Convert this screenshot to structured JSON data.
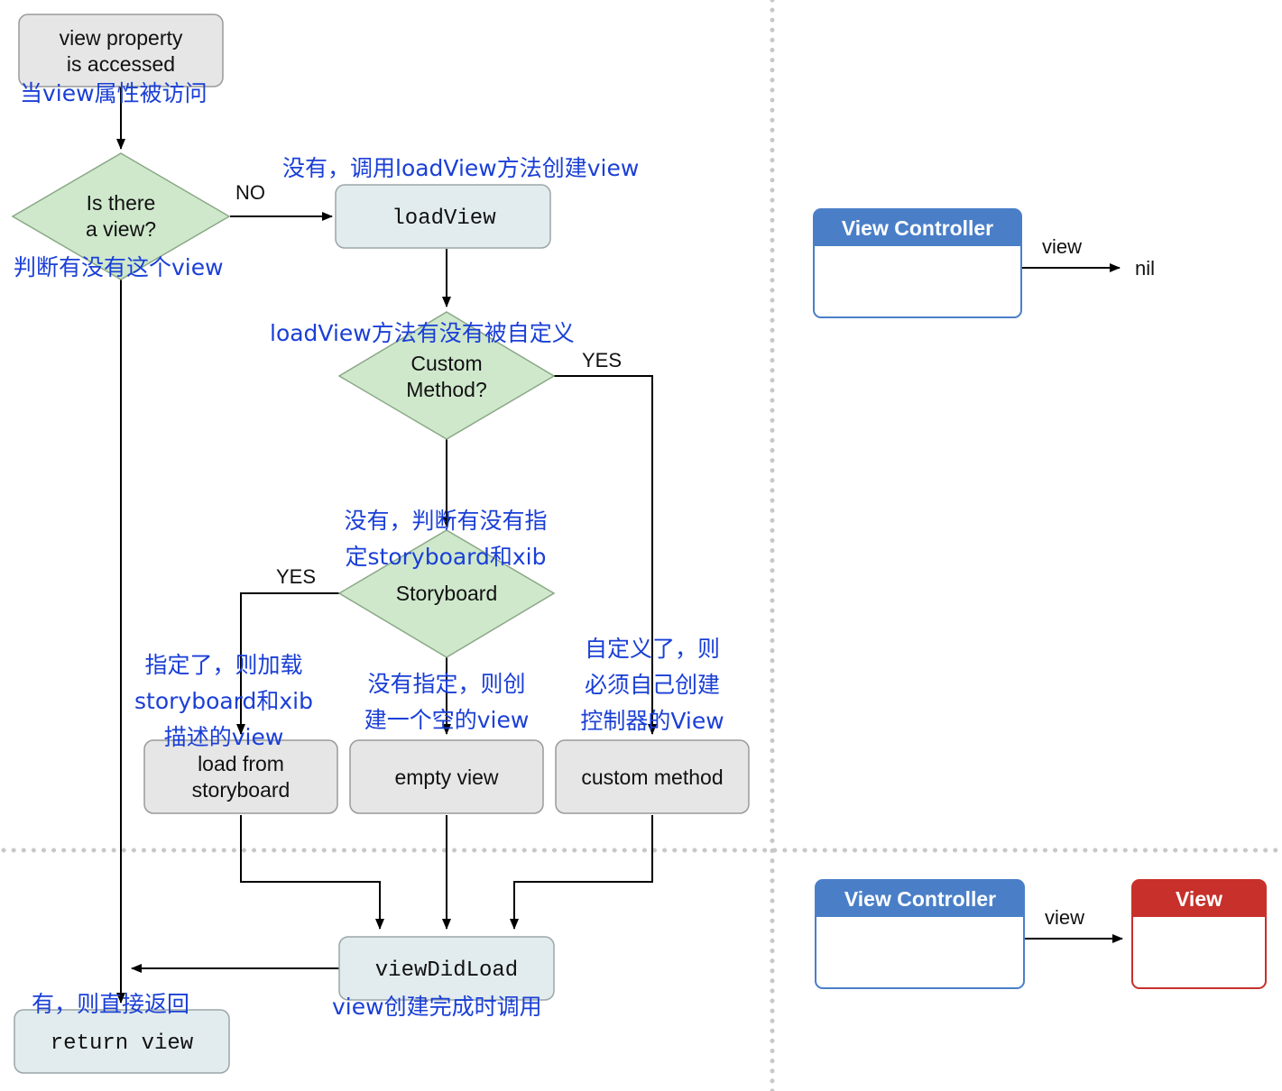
{
  "flowchart": {
    "start_lines": [
      "view property",
      "is accessed"
    ],
    "decision_view_lines": [
      "Is there",
      "a view?"
    ],
    "no_label": "NO",
    "loadview": "loadView",
    "decision_custom_lines": [
      "Custom",
      "Method?"
    ],
    "yes_custom": "YES",
    "decision_storyboard": "Storyboard",
    "yes_storyboard": "YES",
    "load_from_storyboard_lines": [
      "load from",
      "storyboard"
    ],
    "empty_view": "empty view",
    "custom_method": "custom method",
    "viewdidload": "viewDidLoad",
    "return_view": "return view"
  },
  "annotations": {
    "accessed": "当view属性被访问",
    "check_view": "判断有没有这个view",
    "call_loadview": "没有，调用loadView方法创建view",
    "custom_check": "loadView方法有没有被自定义",
    "storyboard_check_lines": [
      "没有，判断有没有指",
      "定storyboard和xib"
    ],
    "specified_lines": [
      "指定了，则加载",
      "storyboard和xib",
      "描述的view"
    ],
    "not_specified_lines": [
      "没有指定，则创",
      "建一个空的view"
    ],
    "customized_lines": [
      "自定义了，则",
      "必须自己创建",
      "控制器的View"
    ],
    "return_direct": "有，则直接返回",
    "viewdidload_called": "view创建完成时调用"
  },
  "state_before": {
    "controller_title": "View Controller",
    "arrow_label": "view",
    "target": "nil"
  },
  "state_after": {
    "controller_title": "View Controller",
    "arrow_label": "view",
    "view_title": "View"
  },
  "colors": {
    "controller_header": "#4a7fc8",
    "view_header": "#c8302b",
    "decision_fill": "#cfe8cc",
    "process_fill": "#e2ecee",
    "terminal_fill": "#e6e6e6",
    "annotation_text": "#1a3fd6",
    "divider": "#c8c8c8"
  }
}
